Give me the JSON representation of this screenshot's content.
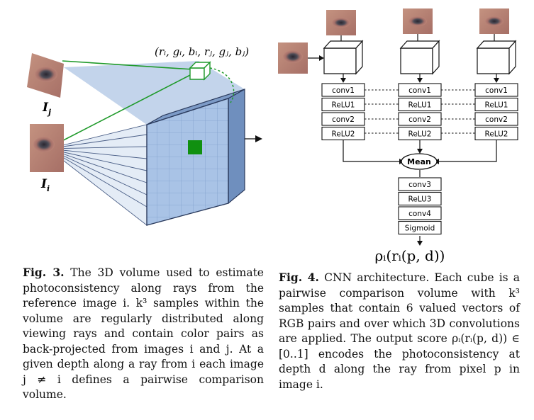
{
  "fig3": {
    "label_rgb": "(rᵢ, gᵢ, bᵢ, rⱼ, gⱼ, bⱼ)",
    "label_Ij": "I",
    "label_Ij_sub": "j",
    "label_Ii": "I",
    "label_Ii_sub": "i",
    "caption_label": "Fig. 3.",
    "caption_text": "The 3D volume used to estimate photoconsistency along rays from the reference image i. k³ samples within the volume are regularly distributed along viewing rays and contain color pairs as back-projected from images i and j. At a given depth along a ray from i each image j ≠ i defines a pairwise comparison volume."
  },
  "fig4": {
    "layers_column": [
      "conv1",
      "ReLU1",
      "conv2",
      "ReLU2"
    ],
    "mean_label": "Mean",
    "layers_tail": [
      "conv3",
      "ReLU3",
      "conv4",
      "Sigmoid"
    ],
    "output_label": "ρᵢ(rᵢ(p, d))",
    "caption_label": "Fig. 4.",
    "caption_text": "CNN architecture. Each cube is a pairwise comparison volume with k³ samples that contain 6 valued vectors of RGB pairs and over which 3D convolutions are applied. The output score ρᵢ(rᵢ(p, d)) ∈ [0..1] encodes the photoconsistency at depth d along the ray from pixel p in image i."
  },
  "colors": {
    "ray_green": "#1f9a2a",
    "volume_blue": "#a9c3e6",
    "volume_edge": "#2a3a5c",
    "sample_green": "#109010",
    "cone_blue": "#b9cde8"
  }
}
